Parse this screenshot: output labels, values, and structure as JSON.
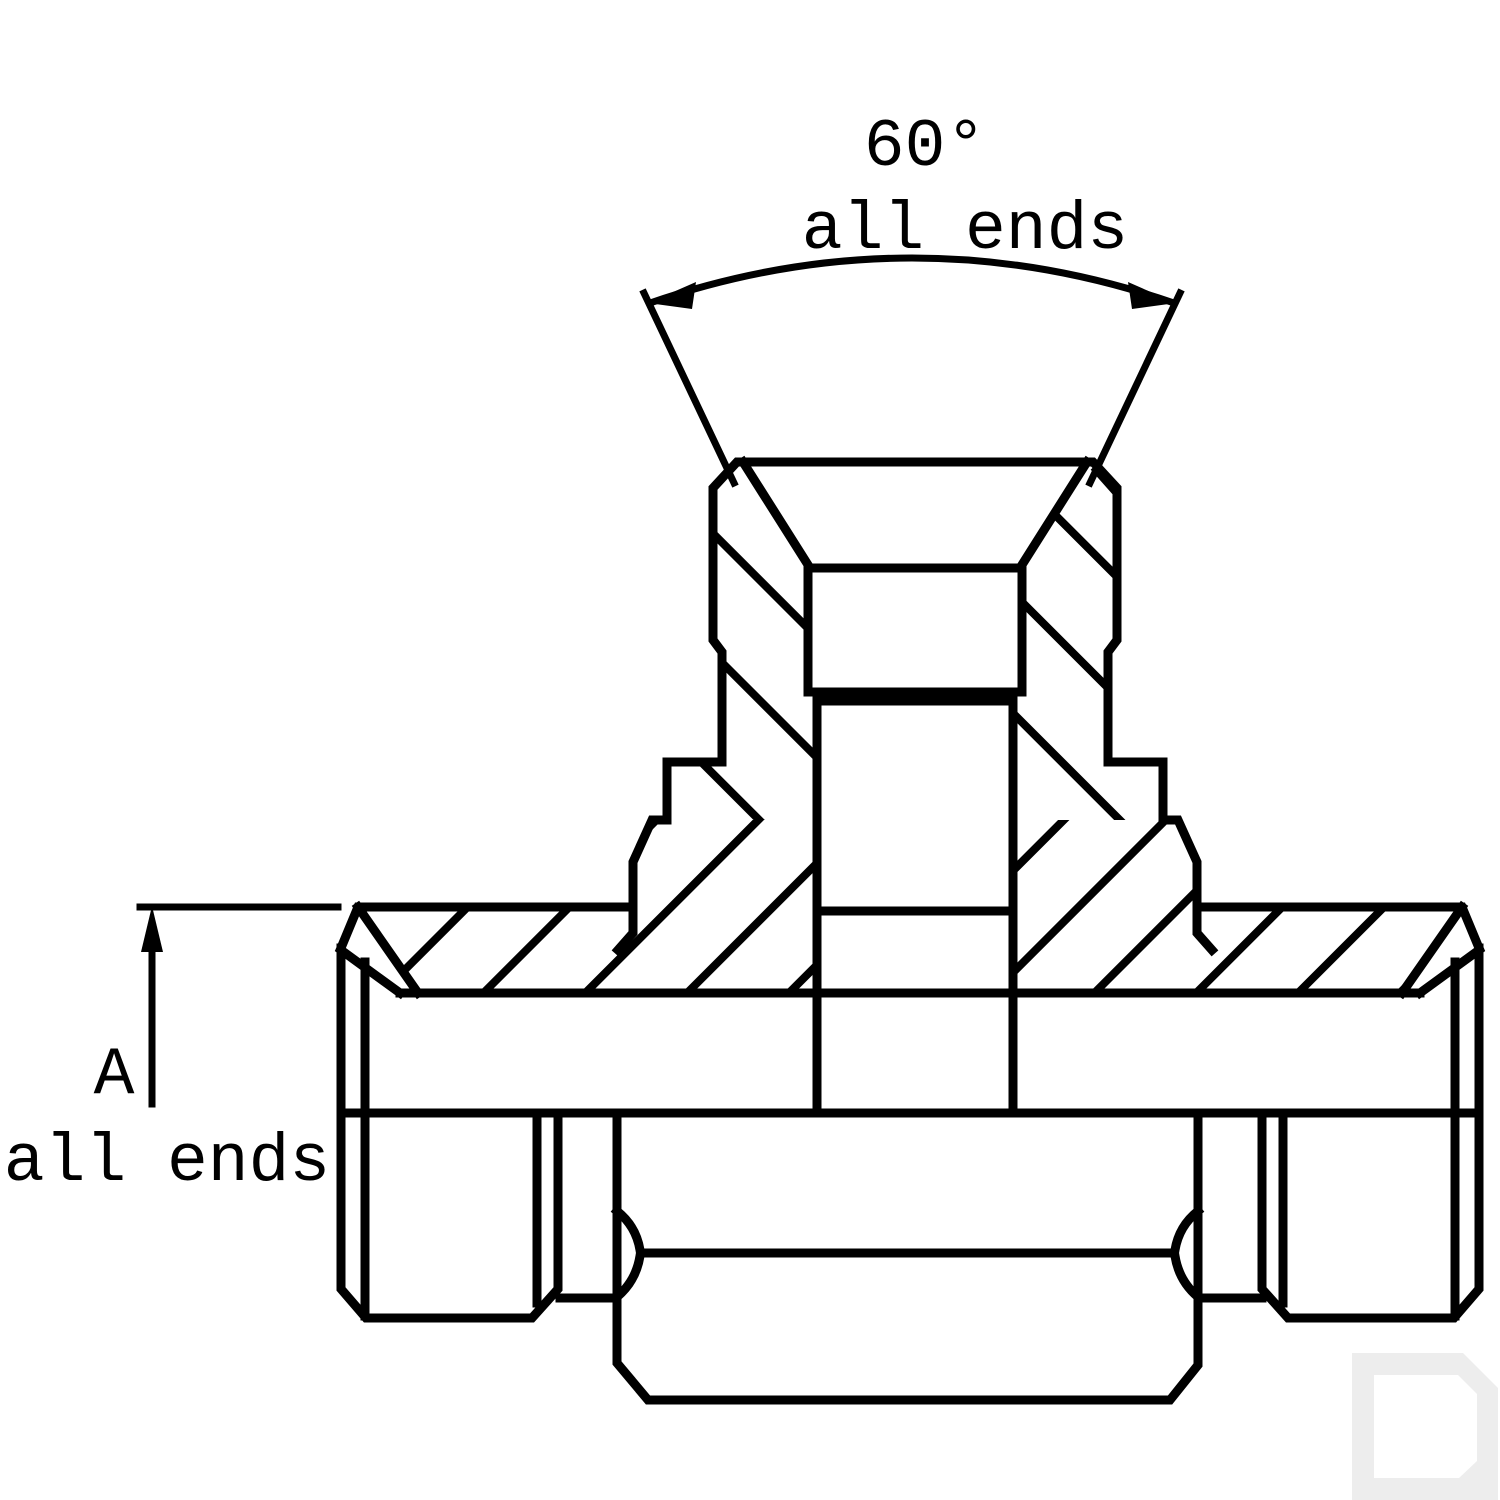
{
  "drawing": {
    "labels": {
      "cone_angle": "60°",
      "cone_angle_note": "all ends",
      "dimension_letter": "A",
      "dimension_note": "all ends"
    },
    "colors": {
      "line": "#000000",
      "background": "#ffffff",
      "watermark": "#ededed"
    }
  }
}
